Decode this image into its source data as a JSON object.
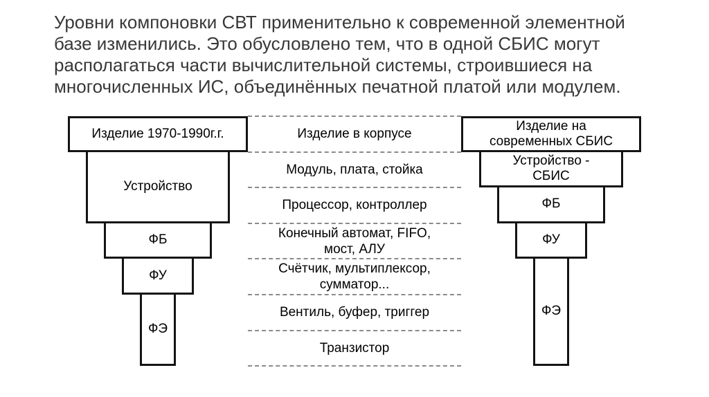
{
  "title": "Уровни компоновки СВТ применительно к современной элементной\nбазе изменились. Это обусловлено тем, что в одной СБИС могут\nрасполагаться части вычислительной системы, строившиеся на\nмногочисленных ИС, объединённых печатной платой или модулем.",
  "diagram": {
    "middle_labels": [
      "Изделие в корпусе",
      "Модуль, плата, стойка",
      "Процессор, контроллер",
      "Конечный автомат, FIFO,\nмост, АЛУ",
      "Счётчик, мультиплексор,\nсумматор...",
      "Вентиль, буфер, триггер",
      "Транзистор"
    ],
    "left_column": [
      {
        "label": "Изделие 1970-1990г.г.",
        "levels": [
          0,
          1
        ]
      },
      {
        "label": "Устройство",
        "levels": [
          1,
          3
        ]
      },
      {
        "label": "ФБ",
        "levels": [
          3,
          4
        ]
      },
      {
        "label": "ФУ",
        "levels": [
          4,
          5
        ]
      },
      {
        "label": "ФЭ",
        "levels": [
          5,
          7
        ]
      }
    ],
    "right_column": [
      {
        "label": "Изделие на\nсовременных СБИС",
        "levels": [
          0,
          1
        ]
      },
      {
        "label": "Устройство -\nСБИС",
        "levels": [
          1,
          2
        ]
      },
      {
        "label": "ФБ",
        "levels": [
          2,
          3
        ]
      },
      {
        "label": "ФУ",
        "levels": [
          3,
          4
        ]
      },
      {
        "label": "ФЭ",
        "levels": [
          4,
          7
        ]
      }
    ],
    "colors": {
      "background": "#ffffff",
      "title_text": "#383838",
      "text": "#000000",
      "box_border": "#141414",
      "dash": "#8a8a8a"
    }
  }
}
